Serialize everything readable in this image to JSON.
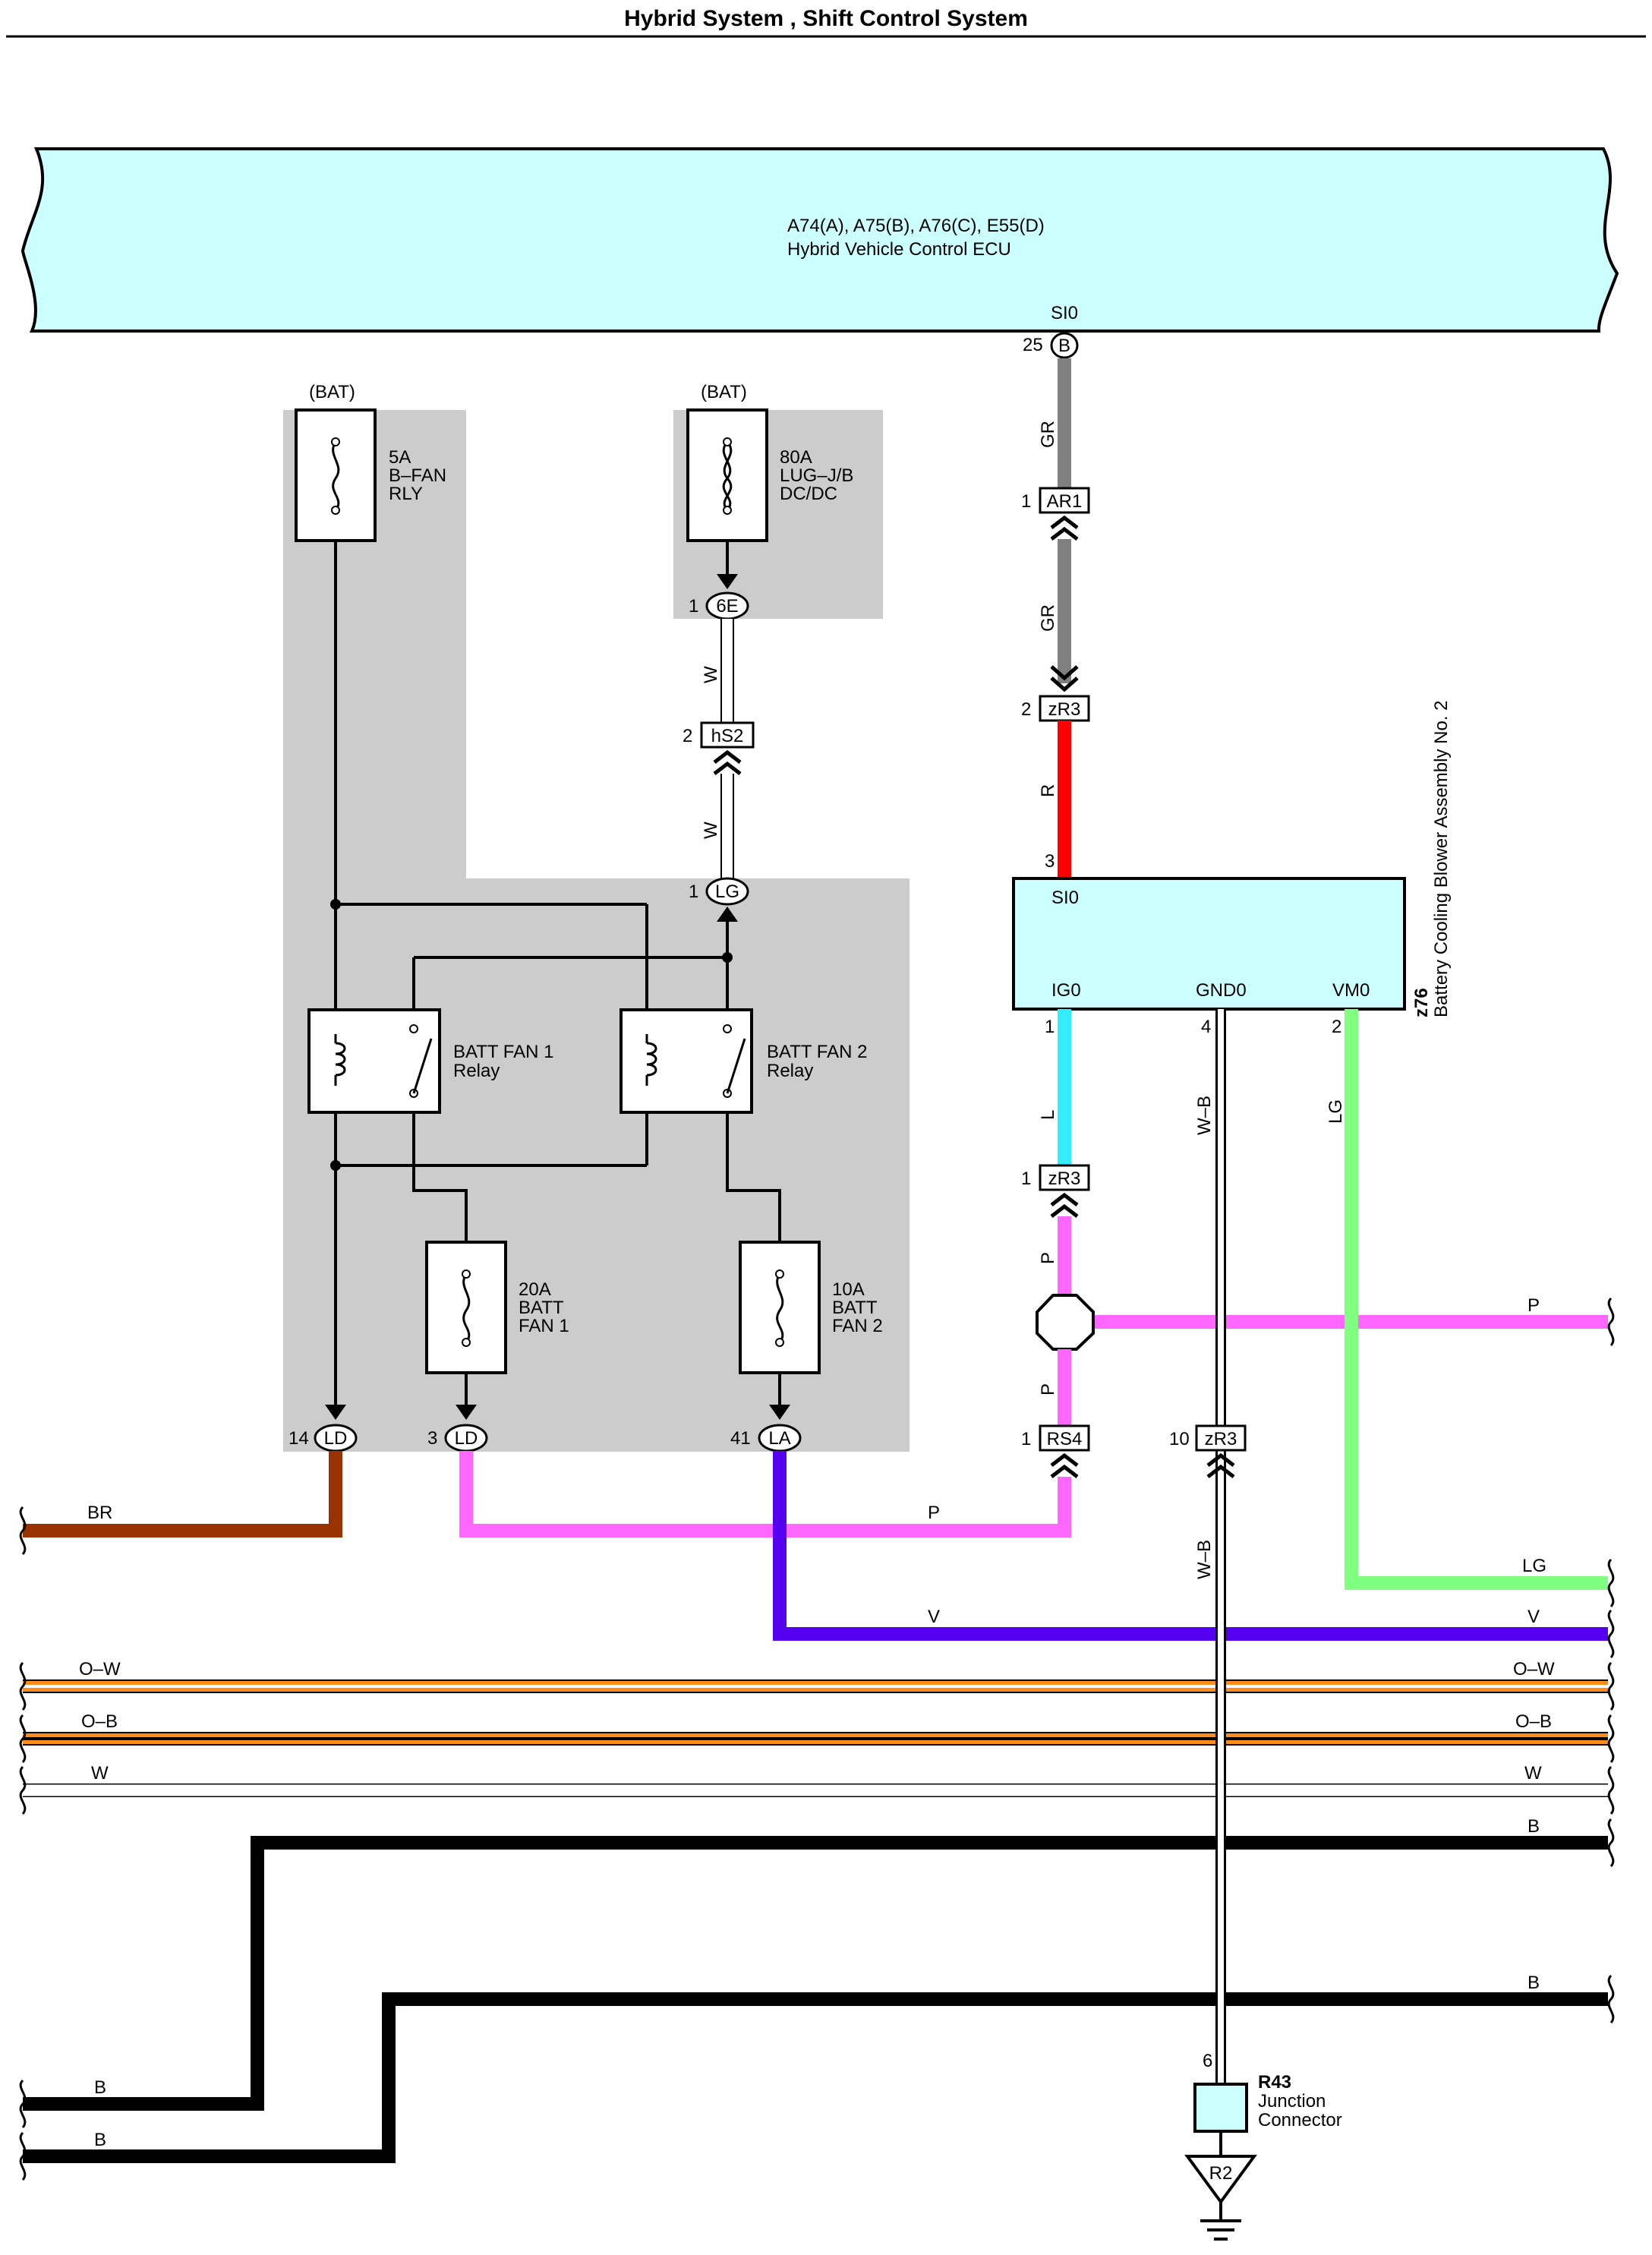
{
  "title": "Hybrid System , Shift Control System",
  "colors": {
    "ecu_fill": "#ccffff",
    "shade": "#cccccc",
    "GR": "#808080",
    "R": "#ff0000",
    "L": "#33ecff",
    "P": "#ff66ff",
    "BR": "#993300",
    "V": "#5500ee",
    "LG": "#80ff80",
    "O": "#ff8c1a",
    "B": "#000000"
  },
  "ecu": {
    "code": "A74(A), A75(B), A76(C), E55(D)",
    "name": "Hybrid Vehicle Control ECU",
    "pin_name": "SI0",
    "pin_number": "25",
    "connector": "B"
  },
  "fuses": {
    "bfan": {
      "source": "(BAT)",
      "amp": "5A",
      "l1": "B–FAN",
      "l2": "RLY"
    },
    "lug": {
      "source": "(BAT)",
      "amp": "80A",
      "l1": "LUG–J/B",
      "l2": "DC/DC"
    },
    "fan1": {
      "amp": "20A",
      "l1": "BATT",
      "l2": "FAN 1"
    },
    "fan2": {
      "amp": "10A",
      "l1": "BATT",
      "l2": "FAN 2"
    }
  },
  "relays": {
    "r1": {
      "l1": "BATT FAN 1",
      "l2": "Relay"
    },
    "r2": {
      "l1": "BATT FAN 2",
      "l2": "Relay"
    }
  },
  "connectors": {
    "e6": {
      "pin": "1",
      "code": "6E"
    },
    "hs2": {
      "pin": "2",
      "code": "hS2"
    },
    "lg": {
      "pin": "1",
      "code": "LG"
    },
    "ld14": {
      "pin": "14",
      "code": "LD"
    },
    "ld3": {
      "pin": "3",
      "code": "LD"
    },
    "la41": {
      "pin": "41",
      "code": "LA"
    },
    "ar1": {
      "pin": "1",
      "code": "AR1"
    },
    "zr3a": {
      "pin": "2",
      "code": "zR3"
    },
    "zr3b": {
      "pin": "1",
      "code": "zR3"
    },
    "rs4": {
      "pin": "1",
      "code": "RS4"
    },
    "zr3c": {
      "pin": "10",
      "code": "zR3"
    }
  },
  "blower": {
    "code": "z76",
    "name": "Battery Cooling Blower Assembly No. 2",
    "pin_top_num": "3",
    "pin_top_name": "SI0",
    "p_ig0": "IG0",
    "p_gnd0": "GND0",
    "p_vm0": "VM0",
    "n_ig0": "1",
    "n_gnd0": "4",
    "n_vm0": "2"
  },
  "wires": {
    "gr": "GR",
    "r": "R",
    "w": "W",
    "l": "L",
    "p": "P",
    "wb": "W–B",
    "lg": "LG",
    "br": "BR",
    "v": "V",
    "ow": "O–W",
    "ob": "O–B",
    "b": "B"
  },
  "junction": {
    "code": "R43",
    "l1": "Junction",
    "l2": "Connector",
    "pin": "6",
    "ground": "R2"
  }
}
